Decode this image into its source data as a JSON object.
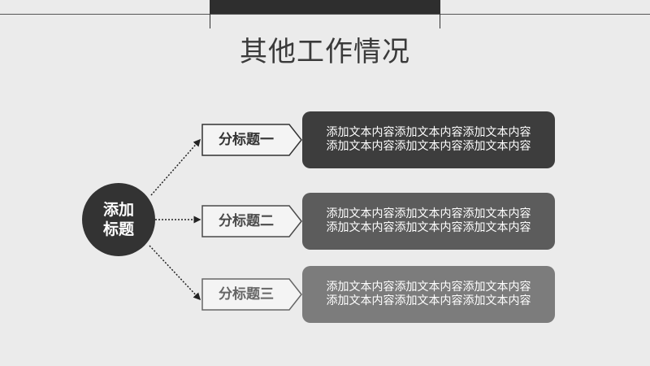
{
  "title": "其他工作情况",
  "center": {
    "line1": "添加",
    "line2": "标题"
  },
  "items": [
    {
      "label": "分标题一",
      "line1": "添加文本内容添加文本内容添加文本内容",
      "line2": "添加文本内容添加文本内容添加文本内容",
      "color": "#3d3d3d",
      "label_color": "#333333"
    },
    {
      "label": "分标题二",
      "line1": "添加文本内容添加文本内容添加文本内容",
      "line2": "添加文本内容添加文本内容添加文本内容",
      "color": "#5c5c5c",
      "label_color": "#4a4a4a"
    },
    {
      "label": "分标题三",
      "line1": "添加文本内容添加文本内容添加文本内容",
      "line2": "添加文本内容添加文本内容添加文本内容",
      "color": "#7c7c7c",
      "label_color": "#666666"
    }
  ]
}
